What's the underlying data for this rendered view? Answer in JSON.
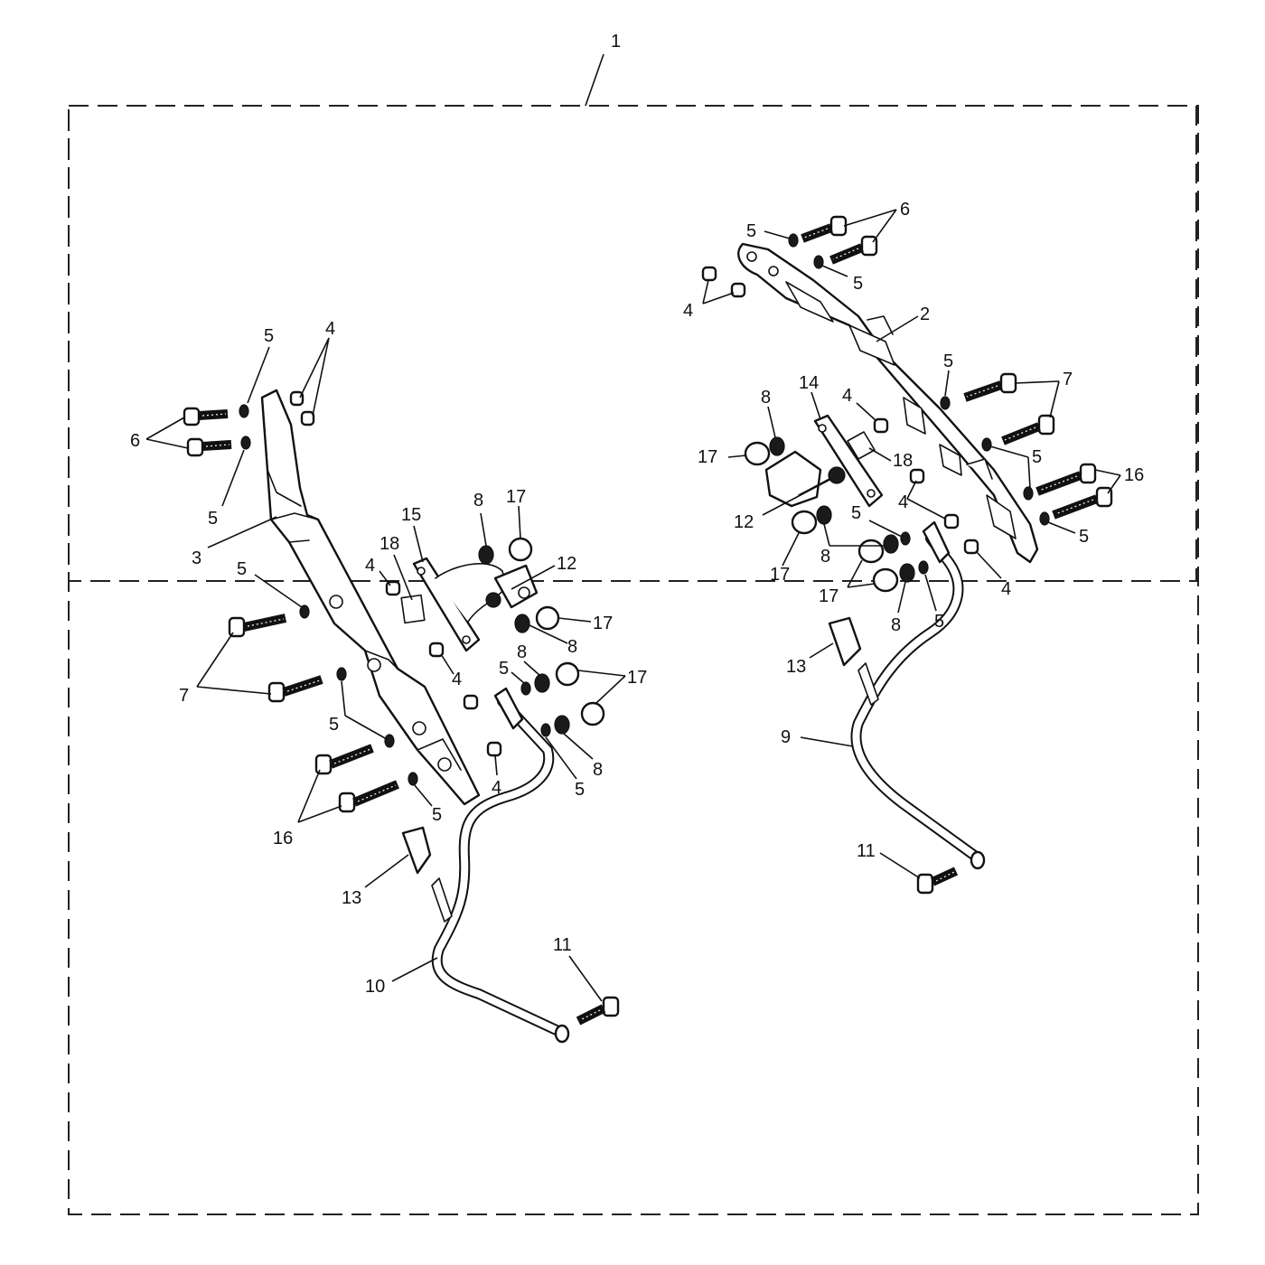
{
  "kit": {
    "callout": "1"
  },
  "left_assembly": {
    "callouts": {
      "bracket_3": "3",
      "washer_5_a": "5",
      "spacer_4_a": "4",
      "bolt_6": "6",
      "washer_5_b": "5",
      "washer_5_c": "5",
      "bolt_7": "7",
      "washer_5_d": "5",
      "bolt_16": "16",
      "washer_5_e": "5",
      "plate_15": "15",
      "label_18": "18",
      "spacer_4_b": "4",
      "spacer_8_a": "8",
      "grommet_17_a": "17",
      "bolt_12": "12",
      "grommet_17_b": "17",
      "spacer_8_b": "8",
      "spacer_4_c": "4",
      "washer_5_f": "5",
      "spacer_8_c": "8",
      "grommet_17_c": "17",
      "spacer_4_d": "4",
      "washer_5_g": "5",
      "spacer_8_d": "8",
      "cap_13": "13",
      "rail_10": "10",
      "bolt_11": "11"
    }
  },
  "right_assembly": {
    "callouts": {
      "washer_5_a": "5",
      "bolt_6": "6",
      "washer_5_b": "5",
      "spacer_4_a": "4",
      "bracket_2": "2",
      "washer_5_c": "5",
      "bolt_7": "7",
      "washer_5_d": "5",
      "bolt_16": "16",
      "washer_5_e": "5",
      "spacer_8_a": "8",
      "plate_14": "14",
      "spacer_4_b": "4",
      "grommet_17_a": "17",
      "label_18": "18",
      "spacer_4_c": "4",
      "bolt_12": "12",
      "washer_5_f": "5",
      "grommet_17_b": "17",
      "spacer_8_b": "8",
      "grommet_17_c": "17",
      "spacer_8_c": "8",
      "washer_5_g": "5",
      "spacer_4_d": "4",
      "cap_13": "13",
      "rail_9": "9",
      "bolt_11": "11"
    }
  }
}
